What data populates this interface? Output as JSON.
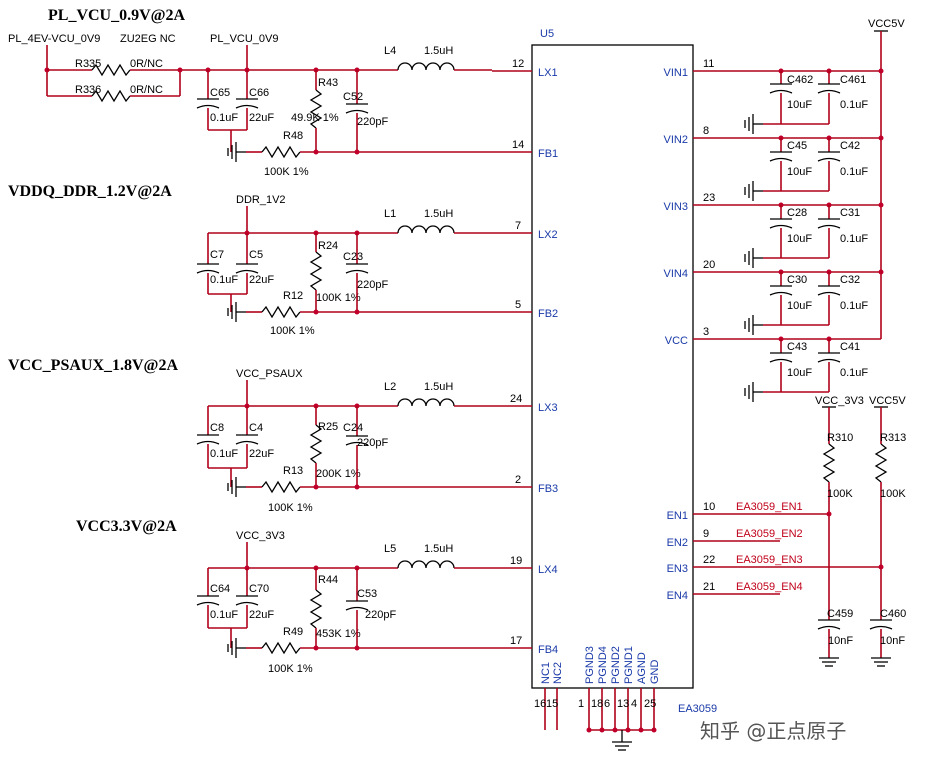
{
  "ic": {
    "ref": "U5",
    "part": "EA3059",
    "left_pins": [
      {
        "name": "LX1",
        "num": "12"
      },
      {
        "name": "FB1",
        "num": "14"
      },
      {
        "name": "LX2",
        "num": "7"
      },
      {
        "name": "FB2",
        "num": "5"
      },
      {
        "name": "LX3",
        "num": "24"
      },
      {
        "name": "FB3",
        "num": "2"
      },
      {
        "name": "LX4",
        "num": "19"
      },
      {
        "name": "FB4",
        "num": "17"
      }
    ],
    "right_pins": [
      {
        "name": "VIN1",
        "num": "11"
      },
      {
        "name": "VIN2",
        "num": "8"
      },
      {
        "name": "VIN3",
        "num": "23"
      },
      {
        "name": "VIN4",
        "num": "20"
      },
      {
        "name": "VCC",
        "num": "3"
      },
      {
        "name": "EN1",
        "num": "10"
      },
      {
        "name": "EN2",
        "num": "9"
      },
      {
        "name": "EN3",
        "num": "22"
      },
      {
        "name": "EN4",
        "num": "21"
      }
    ],
    "bottom_pins": [
      {
        "name": "NC1",
        "num": "16"
      },
      {
        "name": "NC2",
        "num": "15"
      },
      {
        "name": "PGND3",
        "num": "1"
      },
      {
        "name": "PGND4",
        "num": "18"
      },
      {
        "name": "PGND2",
        "num": "6"
      },
      {
        "name": "PGND1",
        "num": "13"
      },
      {
        "name": "AGND",
        "num": "4"
      },
      {
        "name": "GND",
        "num": "25"
      }
    ]
  },
  "channels": [
    {
      "title": "PL_VCU_0.9V@2A",
      "rail": "PL_VCU_0V9",
      "inductor": {
        "ref": "L4",
        "value": "1.5uH"
      },
      "cin_small": {
        "ref": "C65",
        "value": "0.1uF"
      },
      "cin_big": {
        "ref": "C66",
        "value": "22uF"
      },
      "r_top": {
        "ref": "R43",
        "value": "49.9K 1%"
      },
      "c_ff": {
        "ref": "C52",
        "value": "220pF"
      },
      "r_bot": {
        "ref": "R48",
        "value": "100K 1%"
      }
    },
    {
      "title": "VDDQ_DDR_1.2V@2A",
      "rail": "DDR_1V2",
      "inductor": {
        "ref": "L1",
        "value": "1.5uH"
      },
      "cin_small": {
        "ref": "C7",
        "value": "0.1uF"
      },
      "cin_big": {
        "ref": "C5",
        "value": "22uF"
      },
      "r_top": {
        "ref": "R24",
        "value": "100K 1%"
      },
      "c_ff": {
        "ref": "C23",
        "value": "220pF"
      },
      "r_bot": {
        "ref": "R12",
        "value": "100K 1%"
      }
    },
    {
      "title": "VCC_PSAUX_1.8V@2A",
      "rail": "VCC_PSAUX",
      "inductor": {
        "ref": "L2",
        "value": "1.5uH"
      },
      "cin_small": {
        "ref": "C8",
        "value": "0.1uF"
      },
      "cin_big": {
        "ref": "C4",
        "value": "22uF"
      },
      "r_top": {
        "ref": "R25",
        "value": "200K 1%"
      },
      "c_ff": {
        "ref": "C24",
        "value": "220pF"
      },
      "r_bot": {
        "ref": "R13",
        "value": "100K 1%"
      }
    },
    {
      "title": "VCC3.3V@2A",
      "rail": "VCC_3V3",
      "inductor": {
        "ref": "L5",
        "value": "1.5uH"
      },
      "cin_small": {
        "ref": "C64",
        "value": "0.1uF"
      },
      "cin_big": {
        "ref": "C70",
        "value": "22uF"
      },
      "r_top": {
        "ref": "R44",
        "value": "453K 1%"
      },
      "c_ff": {
        "ref": "C53",
        "value": "220pF"
      },
      "r_bot": {
        "ref": "R49",
        "value": "100K 1%"
      }
    }
  ],
  "input": {
    "net": "PL_4EV-VCU_0V9",
    "note": "ZU2EG NC",
    "r_a": {
      "ref": "R335",
      "value": "0R/NC"
    },
    "r_b": {
      "ref": "R336",
      "value": "0R/NC"
    }
  },
  "vin_caps": [
    {
      "big": {
        "ref": "C462",
        "value": "10uF"
      },
      "small": {
        "ref": "C461",
        "value": "0.1uF"
      }
    },
    {
      "big": {
        "ref": "C45",
        "value": "10uF"
      },
      "small": {
        "ref": "C42",
        "value": "0.1uF"
      }
    },
    {
      "big": {
        "ref": "C28",
        "value": "10uF"
      },
      "small": {
        "ref": "C31",
        "value": "0.1uF"
      }
    },
    {
      "big": {
        "ref": "C30",
        "value": "10uF"
      },
      "small": {
        "ref": "C32",
        "value": "0.1uF"
      }
    },
    {
      "big": {
        "ref": "C43",
        "value": "10uF"
      },
      "small": {
        "ref": "C41",
        "value": "0.1uF"
      }
    }
  ],
  "supply": {
    "vcc5v": "VCC5V",
    "en_rail_a": "VCC_3V3",
    "en_rail_b": "VCC5V"
  },
  "enable": {
    "nets": [
      "EA3059_EN1",
      "EA3059_EN2",
      "EA3059_EN3",
      "EA3059_EN4"
    ],
    "r_a": {
      "ref": "R310",
      "value": "100K"
    },
    "r_b": {
      "ref": "R313",
      "value": "100K"
    },
    "c_a": {
      "ref": "C459",
      "value": "10nF"
    },
    "c_b": {
      "ref": "C460",
      "value": "10nF"
    }
  },
  "watermark": "知乎 @正点原子"
}
